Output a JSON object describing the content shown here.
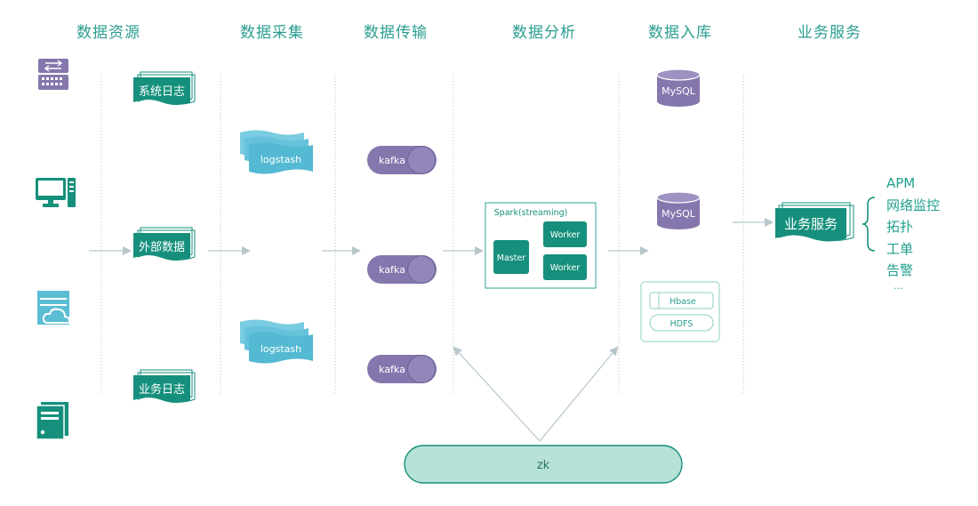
{
  "columns": [
    "数据资源",
    "数据采集",
    "数据传输",
    "数据分析",
    "数据入库",
    "业务服务"
  ],
  "colors": {
    "teal": "#16907c",
    "light_blue": "#5bbdd4",
    "purple": "#8577ad",
    "grid": "#c9cfcf",
    "arrow": "#b8c6cc",
    "title": "#2a9d8f"
  },
  "sources": {
    "icons": [
      "keyboard-transfer-icon",
      "computer-icon",
      "cloud-server-icon",
      "document-server-icon"
    ],
    "docs": [
      "系统日志",
      "外部数据",
      "业务日志"
    ]
  },
  "collection": {
    "logstash": [
      "logstash",
      "logstash"
    ]
  },
  "transport": {
    "kafka": [
      "kafka",
      "kafka",
      "kafka"
    ]
  },
  "analysis": {
    "title": "Spark(streaming)",
    "master": "Master",
    "workers": [
      "Worker",
      "Worker"
    ]
  },
  "storage": {
    "mysql": [
      "MySQL",
      "MySQL"
    ],
    "hbase": "Hbase",
    "hdfs": "HDFS"
  },
  "service": {
    "main": "业务服务",
    "list": [
      "APM",
      "网络监控",
      "拓扑",
      "工单",
      "告警",
      "..."
    ]
  },
  "zk": "zk"
}
